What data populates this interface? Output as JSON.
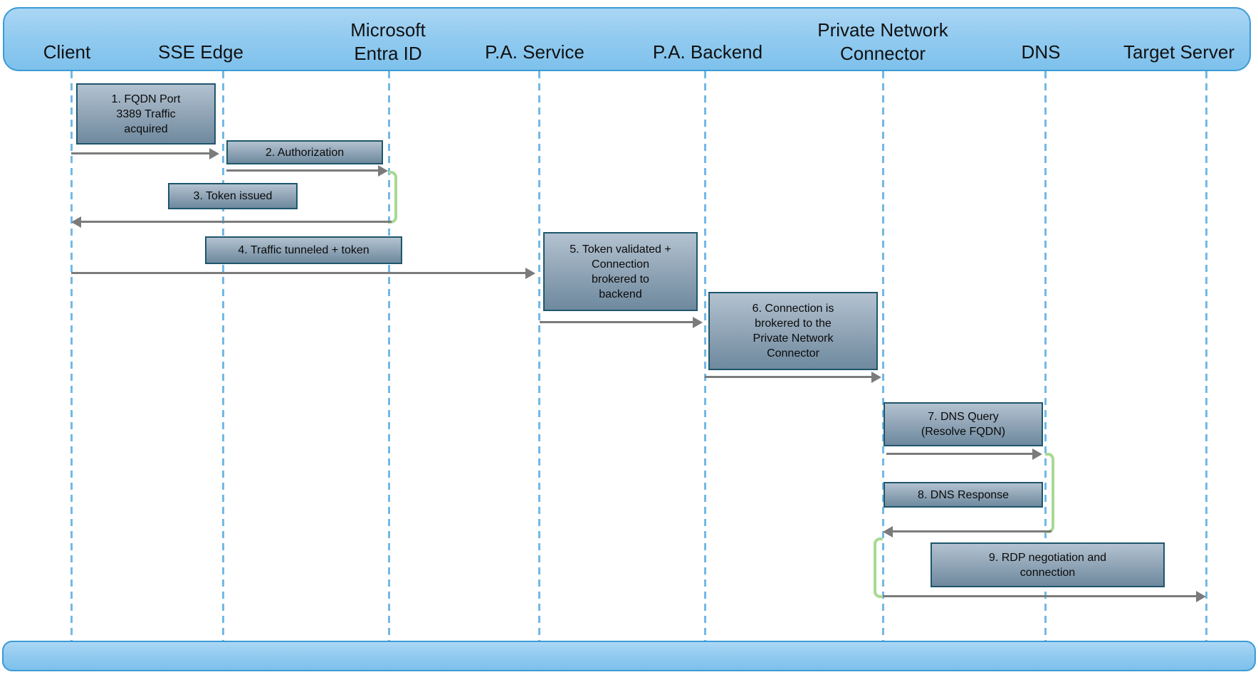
{
  "diagram": {
    "type": "sequence",
    "actors": [
      {
        "id": "client",
        "label": "Client"
      },
      {
        "id": "sse-edge",
        "label": "SSE Edge"
      },
      {
        "id": "entra-id",
        "label": "Microsoft\nEntra ID"
      },
      {
        "id": "pa-service",
        "label": "P.A. Service"
      },
      {
        "id": "pa-backend",
        "label": "P.A. Backend"
      },
      {
        "id": "private-network-connector",
        "label": "Private Network\nConnector"
      },
      {
        "id": "dns",
        "label": "DNS"
      },
      {
        "id": "target-server",
        "label": "Target Server"
      }
    ],
    "steps": [
      {
        "num": 1,
        "label": "1. FQDN Port\n3389 Traffic\nacquired",
        "from": "Client",
        "to": "SSE Edge"
      },
      {
        "num": 2,
        "label": "2. Authorization",
        "from": "SSE Edge",
        "to": "Microsoft Entra ID"
      },
      {
        "num": 3,
        "label": "3. Token issued",
        "from": "Microsoft Entra ID",
        "to": "Client"
      },
      {
        "num": 4,
        "label": "4. Traffic tunneled + token",
        "from": "Client",
        "to": "P.A. Service"
      },
      {
        "num": 5,
        "label": "5. Token validated +\nConnection\nbrokered to\nbackend",
        "from": "P.A. Service",
        "to": "P.A. Backend"
      },
      {
        "num": 6,
        "label": "6. Connection is\nbrokered to the\nPrivate Network\nConnector",
        "from": "P.A. Backend",
        "to": "Private Network Connector"
      },
      {
        "num": 7,
        "label": "7. DNS Query\n(Resolve FQDN)",
        "from": "Private Network Connector",
        "to": "DNS"
      },
      {
        "num": 8,
        "label": "8. DNS Response",
        "from": "DNS",
        "to": "Private Network Connector"
      },
      {
        "num": 9,
        "label": "9. RDP negotiation and\nconnection",
        "from": "Private Network Connector",
        "to": "Target Server"
      }
    ],
    "activations": [
      {
        "actor": "Microsoft Entra ID",
        "after_step": 2
      },
      {
        "actor": "DNS",
        "after_step": 7
      },
      {
        "actor": "Private Network Connector",
        "after_step": 8
      }
    ],
    "colors": {
      "bar_fill_top": "#abd6f4",
      "bar_fill_bottom": "#7dc1ec",
      "bar_border": "#3b9bd5",
      "lifeline": "#72b9e6",
      "box_fill_top": "#b3c2d0",
      "box_fill_bottom": "#6e899e",
      "box_border": "#1e566c",
      "arrow": "#7b7b7b",
      "activation": "#a8d993",
      "text": "#000000"
    }
  }
}
